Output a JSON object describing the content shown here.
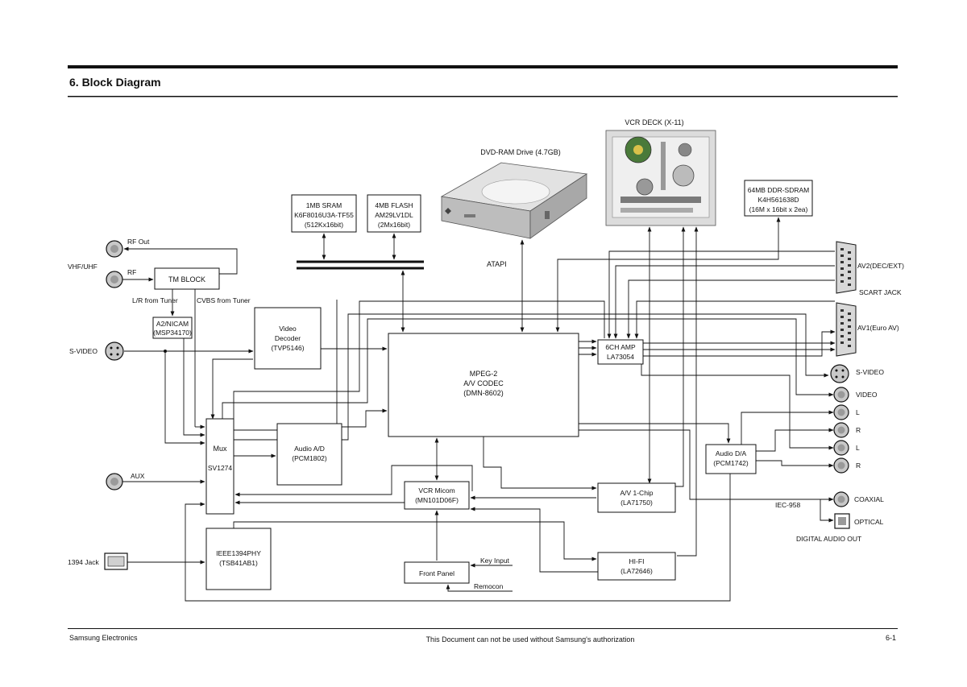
{
  "header": {
    "title": "6. Block Diagram"
  },
  "footer": {
    "left": "Samsung Electronics",
    "center": "This Document can not be used without Samsung's authorization",
    "right": "6-1"
  },
  "images": {
    "dvd_drive": "DVD-RAM Drive (4.7GB)",
    "vcr_deck": "VCR DECK (X-11)"
  },
  "blocks": {
    "sram": {
      "lines": [
        "1MB SRAM",
        "K6F8016U3A-TF55",
        "(512Kx16bit)"
      ]
    },
    "flash": {
      "lines": [
        "4MB FLASH",
        "AM29LV1DL",
        "(2Mx16bit)"
      ]
    },
    "sdram": {
      "lines": [
        "64MB DDR-SDRAM",
        "K4H561638D",
        "(16M x 16bit x 2ea)"
      ]
    },
    "tm_block": {
      "lines": [
        "TM BLOCK"
      ]
    },
    "a2nicam": {
      "lines": [
        "A2/NICAM",
        "(MSP34170)"
      ]
    },
    "video_decoder": {
      "lines": [
        "Video",
        "Decoder",
        "(TVP5146)"
      ]
    },
    "mpeg": {
      "lines": [
        "MPEG-2",
        "A/V CODEC",
        "(DMN-8602)"
      ]
    },
    "amp": {
      "lines": [
        "6CH AMP",
        "LA73054"
      ]
    },
    "mux": {
      "lines": [
        "Mux",
        "SV1274"
      ]
    },
    "audio_ad": {
      "lines": [
        "Audio A/D",
        "(PCM1802)"
      ]
    },
    "audio_da": {
      "lines": [
        "Audio D/A",
        "(PCM1742)"
      ]
    },
    "vcr_micom": {
      "lines": [
        "VCR Micom",
        "(MN101D06F)"
      ]
    },
    "av_chip": {
      "lines": [
        "A/V 1-Chip",
        "(LA71750)"
      ]
    },
    "ieee": {
      "lines": [
        "IEEE1394PHY",
        "(TSB41AB1)"
      ]
    },
    "front_panel": {
      "lines": [
        "Front Panel"
      ]
    },
    "hifi": {
      "lines": [
        "HI-FI",
        "(LA72646)"
      ]
    }
  },
  "labels": {
    "rf_out": "RF Out",
    "vhf_uhf": "VHF/UHF",
    "rf": "RF",
    "lr_from_tuner": "L/R from Tuner",
    "cvbs_from_tuner": "CVBS from Tuner",
    "svideo_in": "S-VIDEO",
    "aux": "AUX",
    "jack_1394": "1394 Jack",
    "atapi": "ATAPI",
    "key_input": "Key Input",
    "remocon": "Remocon",
    "av2": "AV2(DEC/EXT)",
    "scart_jack": "SCART JACK",
    "av1": "AV1(Euro AV)",
    "svideo_out": "S-VIDEO",
    "video": "VIDEO",
    "l1": "L",
    "r1": "R",
    "l2": "L",
    "r2": "R",
    "coaxial": "COAXIAL",
    "optical": "OPTICAL",
    "iec958": "IEC-958",
    "digital_audio_out": "DIGITAL AUDIO OUT"
  }
}
